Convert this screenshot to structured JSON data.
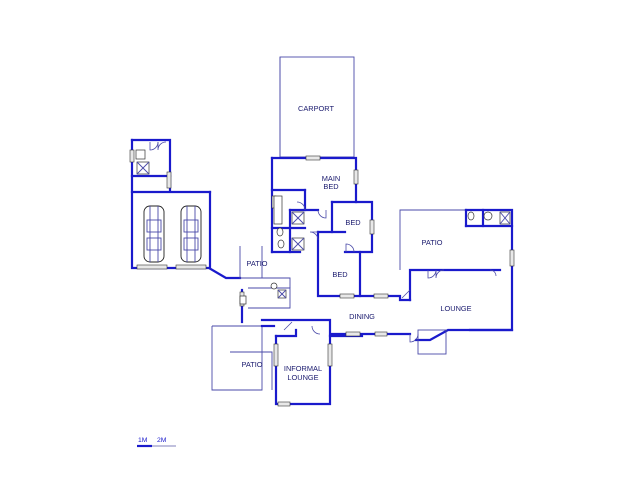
{
  "plan": {
    "rooms": {
      "carport": "CARPORT",
      "main_bed_line1": "MAIN",
      "main_bed_line2": "BED",
      "bed_upper": "BED",
      "bed_lower": "BED",
      "patio_right": "PATIO",
      "patio_left": "PATIO",
      "patio_lower": "PATIO",
      "dining": "DINING",
      "lounge": "LOUNGE",
      "informal_lounge_line1": "INFORMAL",
      "informal_lounge_line2": "LOUNGE"
    },
    "scale": {
      "label_1m": "1M",
      "label_2m": "2M"
    },
    "colors": {
      "wall": "#1a1acc",
      "thin_line": "#4a4aa8",
      "label": "#1a1a6e"
    }
  }
}
